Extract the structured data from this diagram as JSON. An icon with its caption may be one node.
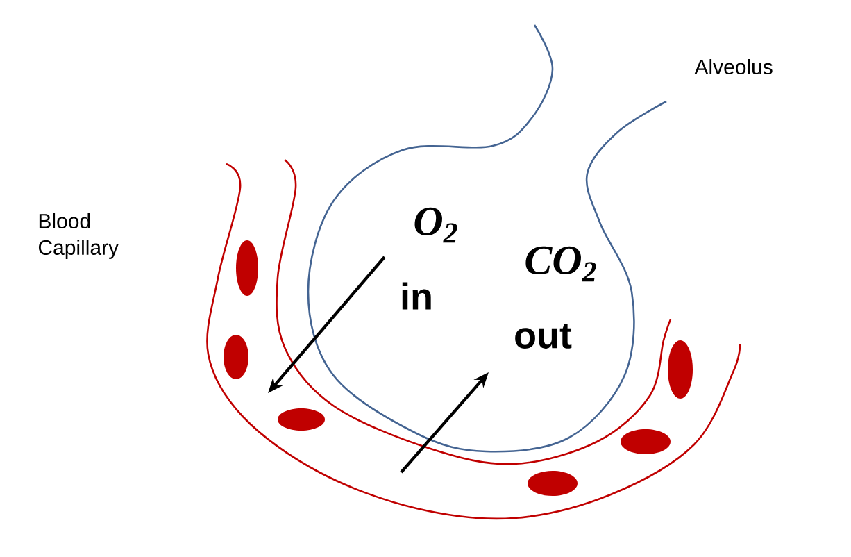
{
  "diagram": {
    "nodes": [
      {
        "text": [
          "Alveolus"
        ]
      },
      {
        "text": [
          "Blood Capillary"
        ]
      }
    ],
    "edges": [
      {
        "from": 0,
        "to": 1,
        "arrow": "to"
      },
      {
        "from": 1,
        "to": 0,
        "arrow": "to"
      }
    ],
    "labels": [
      "O$_{2}$",
      "in",
      "CO$_{2}$",
      "out"
    ]
  }
}
